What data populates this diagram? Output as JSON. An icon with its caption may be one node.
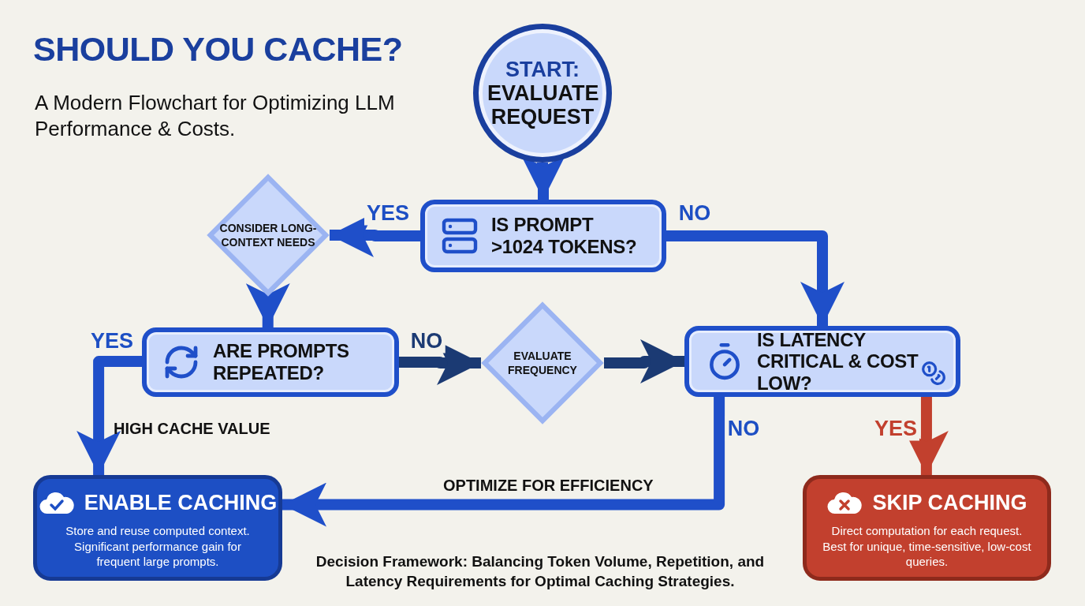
{
  "diagram": {
    "title": "SHOULD YOU CACHE?",
    "caption": "Decision Framework: Balancing Token Volume, Repetition, and Latency Requirements for Optimal Caching Strategies.",
    "nodes": [
      {
        "text": [
          "START:",
          "EVALUATE REQUEST"
        ]
      },
      {
        "text": [
          "IS PROMPT >1024 TOKENS?"
        ]
      },
      {
        "text": [
          "CONSIDER LONG-CONTEXT NEEDS"
        ]
      },
      {
        "text": [
          "ARE PROMPTS REPEATED?"
        ]
      },
      {
        "text": [
          "EVALUATE FREQUENCY"
        ]
      },
      {
        "text": [
          "IS LATENCY CRITICAL & COST LOW?"
        ]
      },
      {
        "text": [
          "ENABLE CACHING",
          "Store and reuse computed context. Significant performance gain for frequent large prompts."
        ]
      },
      {
        "text": [
          "SKIP CACHING",
          "Direct computation for each request. Best for unique, time-sensitive, low-cost queries."
        ]
      }
    ],
    "edges": [
      {
        "from": 0,
        "to": 1,
        "arrow": "to"
      },
      {
        "from": 1,
        "to": 2,
        "arrow": "to",
        "label": "YES"
      },
      {
        "from": 1,
        "to": 5,
        "arrow": "to",
        "label": "NO"
      },
      {
        "from": 2,
        "to": 3,
        "arrow": "to"
      },
      {
        "from": 3,
        "to": 6,
        "arrow": "to",
        "label": "YES"
      },
      {
        "from": 3,
        "to": 4,
        "arrow": "to",
        "label": "NO",
        "color": "#1b3a73"
      },
      {
        "from": 4,
        "to": 5,
        "arrow": "to",
        "color": "#1b3a73"
      },
      {
        "from": 5,
        "to": 6,
        "arrow": "to",
        "label": "NO"
      },
      {
        "from": 5,
        "to": 7,
        "arrow": "to",
        "label": "YES",
        "color": "#c2402e"
      }
    ],
    "labels": [
      "A Modern Flowchart for Optimizing LLM Performance & Costs.",
      "HIGH CACHE VALUE",
      "OPTIMIZE FOR EFFICIENCY"
    ]
  }
}
